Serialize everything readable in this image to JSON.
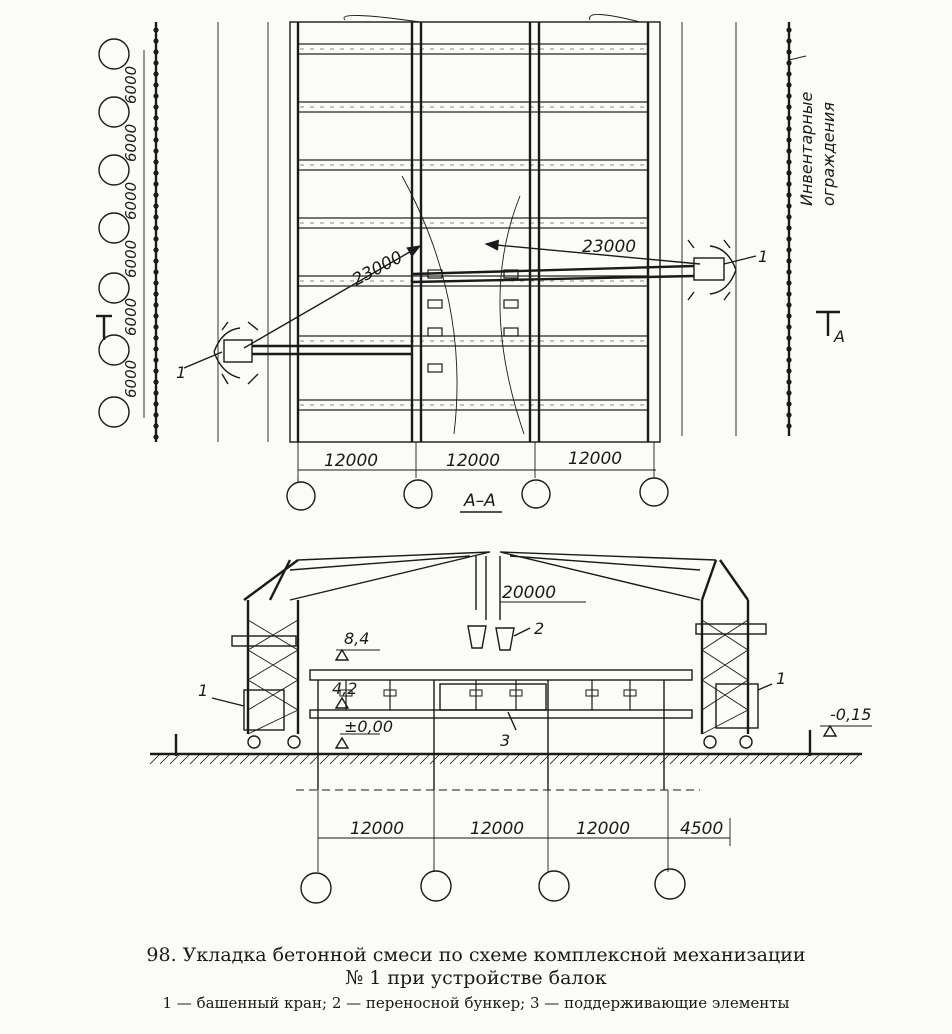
{
  "plan": {
    "bay_dims_vertical": [
      "6000",
      "6000",
      "6000",
      "6000",
      "6000",
      "6000"
    ],
    "bay_dims_horizontal": [
      "12000",
      "12000",
      "12000"
    ],
    "crane_reach_left": "23000",
    "crane_reach_right": "23000",
    "fence_label_line1": "Инвентарные",
    "fence_label_line2": "ограждения",
    "crane_marker": "1",
    "section_mark_left": "I",
    "section_mark_right": "A",
    "section_title": "А–А"
  },
  "section": {
    "height_top": "8,4",
    "height_mid": "4,2",
    "height_zero": "±0,00",
    "height_ground": "-0,15",
    "boom_reach": "20000",
    "bay_dims": [
      "12000",
      "12000",
      "12000",
      "4500"
    ],
    "marker_crane": "1",
    "marker_bunker": "2",
    "marker_support": "3"
  },
  "caption": {
    "title_line1": "98. Укладка бетонной смеси по схеме комплексной механизации",
    "title_line2": "№ 1 при устройстве балок",
    "legend": "1 — башенный кран; 2 — переносной бункер; 3 — поддерживающие элементы"
  }
}
